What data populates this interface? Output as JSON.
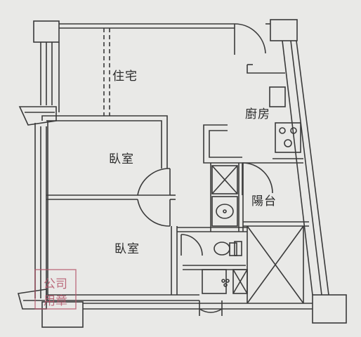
{
  "rooms": {
    "living": "住宅",
    "kitchen": "廚房",
    "bedroom_1": "臥室",
    "balcony": "陽台",
    "bedroom_2": "臥室"
  },
  "stamp": {
    "line1": "公司",
    "line2": "用章"
  },
  "colors": {
    "wall": "#3a3a3a",
    "line": "#4a4a4a",
    "paper": "#e9e9e7",
    "stamp": "#b4566a"
  }
}
